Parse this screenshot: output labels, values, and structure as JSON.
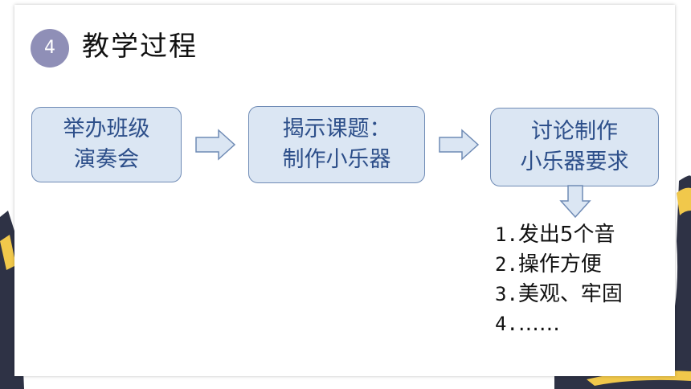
{
  "section": {
    "number": "4",
    "title": "教学过程"
  },
  "flow": {
    "steps": [
      {
        "line1": "举办班级",
        "line2": "演奏会"
      },
      {
        "line1": "揭示课题：",
        "line2": "制作小乐器"
      },
      {
        "line1": "讨论制作",
        "line2": "小乐器要求"
      }
    ]
  },
  "requirements": [
    {
      "num": "1.",
      "text": "发出5个音"
    },
    {
      "num": "2.",
      "text": "操作方便"
    },
    {
      "num": "3.",
      "text": "美观、牢固"
    },
    {
      "num": "4.",
      "text": "……"
    }
  ],
  "colors": {
    "badge": "#8f8fb7",
    "box_fill": "#dbe6f3",
    "box_border": "#6f8bb5",
    "box_text": "#2d4f8a",
    "arrow_fill": "#dbe6f3",
    "decor_dark": "#2e3245",
    "decor_yellow": "#f1c84b"
  }
}
